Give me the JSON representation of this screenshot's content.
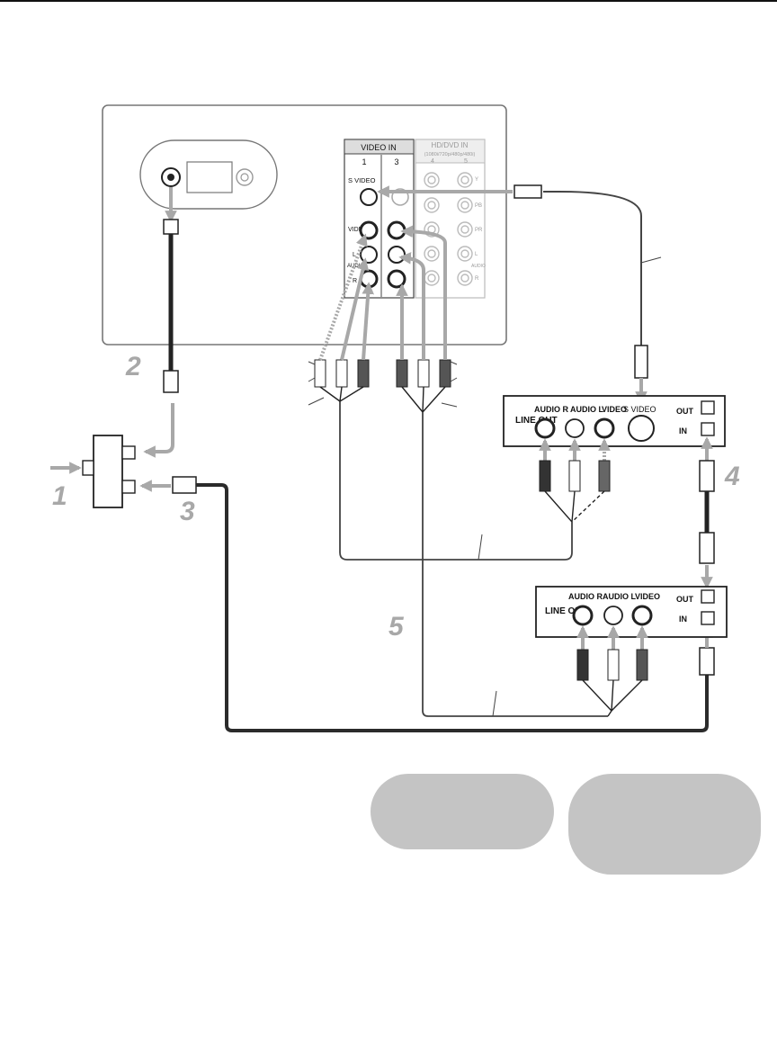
{
  "tv_panel": {
    "video_in": {
      "title": "VIDEO IN",
      "input_1": "1",
      "input_3": "3",
      "s_video": "S VIDEO",
      "video": "VIDEO",
      "audio_l": "L",
      "audio": "AUDIO",
      "audio_r": "R"
    },
    "hd_dvd_in": {
      "title": "HD/DVD IN",
      "formats": "(1080i/720p/480p/480i)",
      "input_4": "4",
      "input_5": "5",
      "y": "Y",
      "pb": "PB",
      "pr": "PR",
      "l": "L",
      "audio": "AUDIO",
      "r": "R"
    }
  },
  "device_upper": {
    "line_out": "LINE OUT",
    "audio_r": "AUDIO R",
    "audio_l": "AUDIO L",
    "video": "VIDEO",
    "s_video": "S VIDEO",
    "out": "OUT",
    "in": "IN"
  },
  "device_lower": {
    "line_out": "LINE OUT",
    "audio_r": "AUDIO R",
    "audio_l": "AUDIO L",
    "video": "VIDEO",
    "out": "OUT",
    "in": "IN"
  },
  "steps": {
    "s1": "1",
    "s2": "2",
    "s3": "3",
    "s4": "4",
    "s5": "5"
  },
  "colors": {
    "cable_dark": "#2b2b2b",
    "arrow_gray": "#a8a8a8",
    "panel_border": "#777777",
    "callout_gray": "#c4c4c4"
  }
}
